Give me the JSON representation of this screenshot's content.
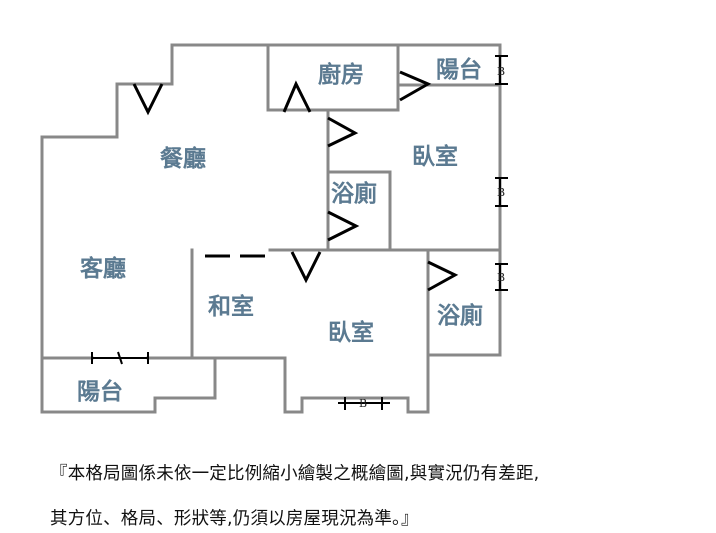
{
  "rooms": {
    "dining": "餐廳",
    "living": "客廳",
    "kitchen": "廚房",
    "balcony_top": "陽台",
    "bedroom_top": "臥室",
    "bath_middle": "浴廁",
    "bath_right": "浴廁",
    "japanese_room": "和室",
    "bedroom_bottom": "臥室",
    "balcony_bottom": "陽台"
  },
  "window_marks": {
    "balcony": "B",
    "bedroom_right": "B",
    "bath_right": "B",
    "bedroom_bottom": "B"
  },
  "disclaimer": {
    "line1": "『本格局圖係未依一定比例縮小繪製之概繪圖,與實況仍有差距,",
    "line2": "其方位、格局、形狀等,仍須以房屋現況為準。』"
  }
}
